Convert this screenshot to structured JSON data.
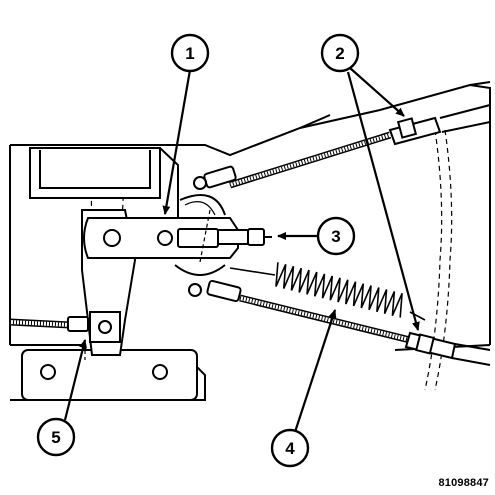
{
  "figure": {
    "id": "81098847"
  },
  "callouts": [
    {
      "number": "1"
    },
    {
      "number": "2"
    },
    {
      "number": "3"
    },
    {
      "number": "4"
    },
    {
      "number": "5"
    }
  ],
  "colors": {
    "ink": "#000000",
    "background": "#ffffff"
  }
}
